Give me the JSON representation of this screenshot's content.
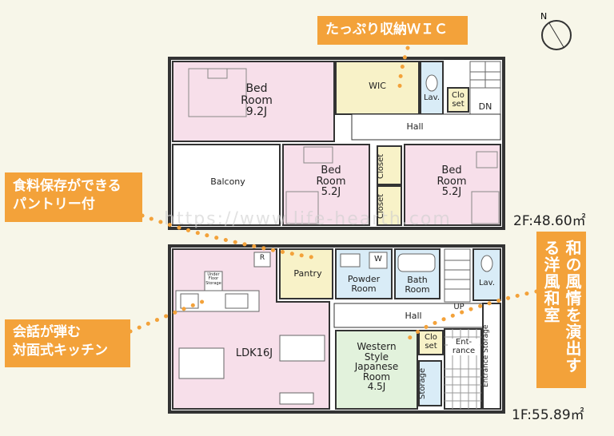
{
  "callouts": {
    "wic": "たっぷり収納ＷＩＣ",
    "pantry": "食料保存ができる\nパントリー付",
    "kitchen": "会話が弾む\n対面式キッチン",
    "washitsu": "和の風情を演出する洋風和室"
  },
  "areas": {
    "second_floor": "2F:48.60㎡",
    "first_floor": "1F:55.89㎡"
  },
  "watermark": "https://www.life-hearth.com",
  "floor2": {
    "bedroom_main": "Bed\nRoom\n9.2J",
    "wic": "WIC",
    "lav": "Lav.",
    "closet_small": "Clo\nset",
    "dn": "DN",
    "hall": "Hall",
    "balcony": "Balcony",
    "bedroom_mid": "Bed\nRoom\n5.2J",
    "closet_a": "Closet",
    "closet_b": "Closet",
    "bedroom_right": "Bed\nRoom\n5.2J"
  },
  "floor1": {
    "ldk": "LDK16J",
    "under_floor": "Under\nFloor\nStorage",
    "pantry": "Pantry",
    "refrigerator": "R",
    "powder": "Powder\nRoom",
    "washer": "W",
    "bath": "Bath\nRoom",
    "lav": "Lav.",
    "up": "UP",
    "hall": "Hall",
    "closet": "Clo\nset",
    "entrance": "Ent-\nrance",
    "entrance_storage": "Entrance Storage",
    "western_room": "Western\nStyle\nJapanese\nRoom\n4.5J",
    "storage": "Storage"
  },
  "colors": {
    "callout": "#f3a23a",
    "bedroom": "#f7dfea",
    "wic": "#f8f2c8",
    "wet": "#d9ecf7",
    "japanese": "#e2f2dc"
  }
}
